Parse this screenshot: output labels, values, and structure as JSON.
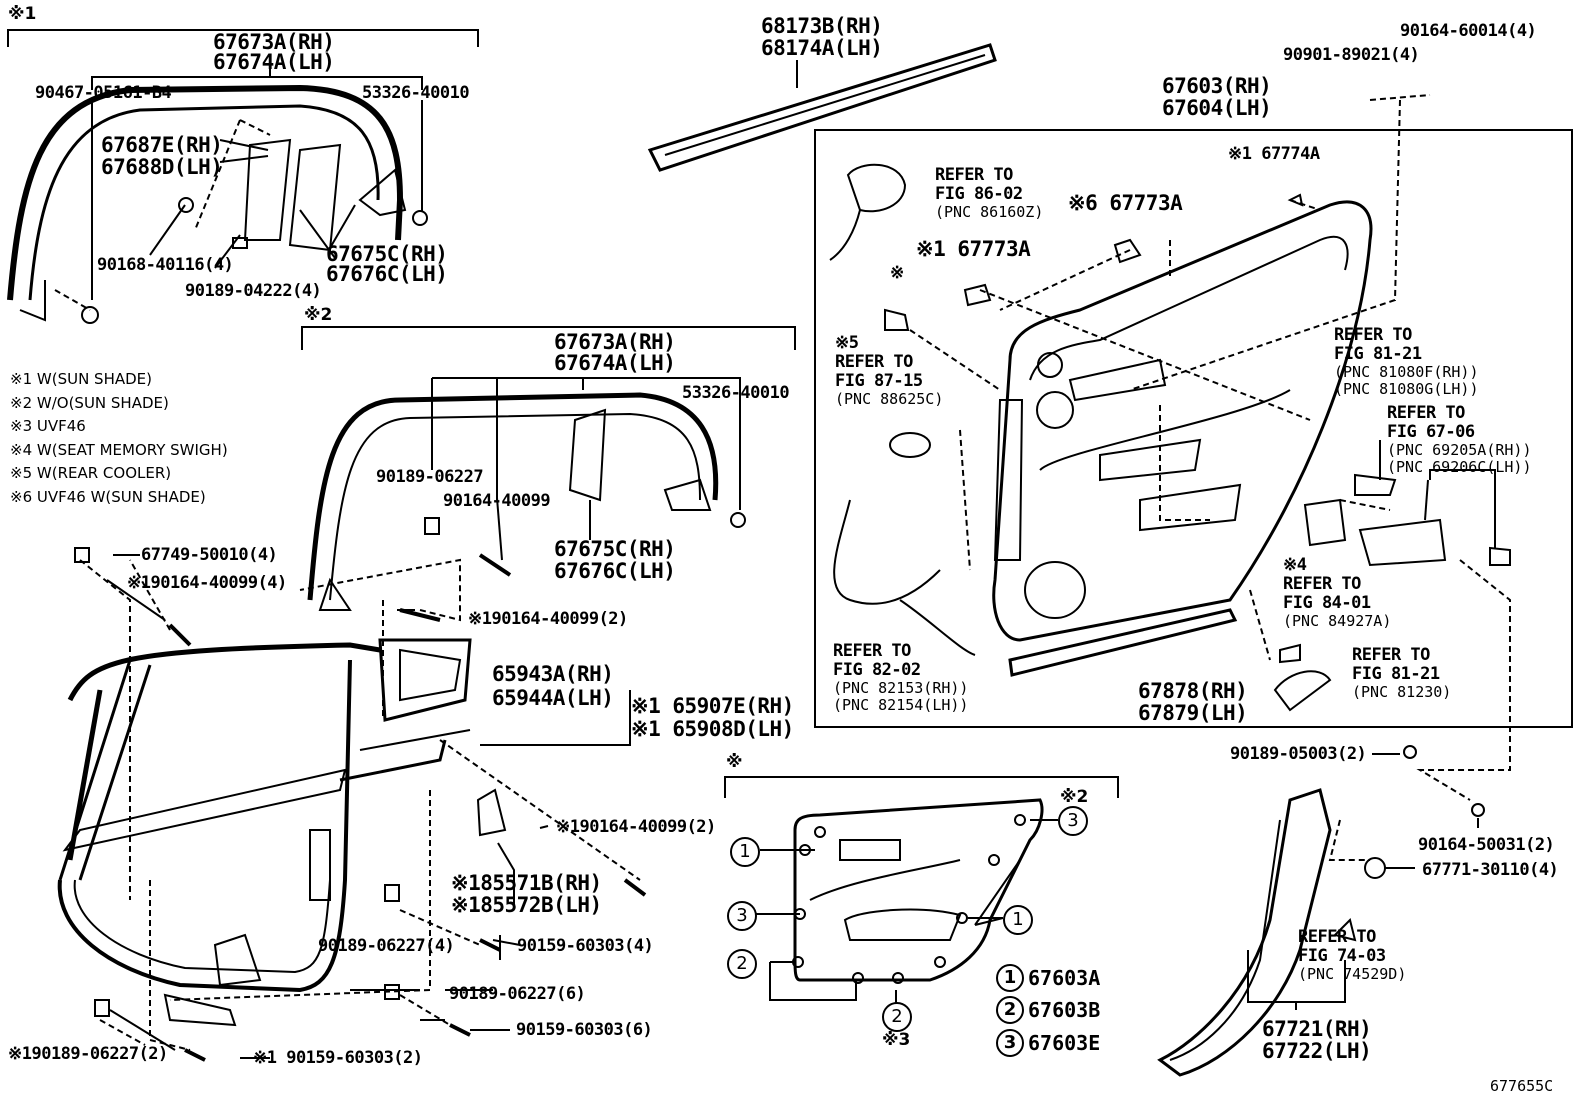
{
  "notes": {
    "n1": "※1",
    "n2": "※2",
    "n_main": "※",
    "n2b": "※2",
    "n3": "※3"
  },
  "legend": [
    "※1 W(SUN SHADE)",
    "※2 W/O(SUN SHADE)",
    "※3 UVF46",
    "※4 W(SEAT MEMORY SWIGH)",
    "※5 W(REAR COOLER)",
    "※6 UVF46 W(SUN SHADE)"
  ],
  "parts": {
    "p67673a_top": "67673A(RH)",
    "p67674a_top": "67674A(LH)",
    "p90467": "90467-05161-B4",
    "p53326_top": "53326-40010",
    "p67687e": "67687E(RH)",
    "p67688d": "67688D(LH)",
    "p90168": "90168-40116(4)",
    "p90189_04222": "90189-04222(4)",
    "p67675c_top": "67675C(RH)",
    "p67676c_top": "67676C(LH)",
    "p68173b": "68173B(RH)",
    "p68174a": "68174A(LH)",
    "p90164_60014": "90164-60014(4)",
    "p90901": "90901-89021(4)",
    "p67603": "67603(RH)",
    "p67604": "67604(LH)",
    "p67673a_mid": "67673A(RH)",
    "p67674a_mid": "67674A(LH)",
    "p53326_mid": "53326-40010",
    "p90189_06227_mid": "90189-06227",
    "p90164_40099_mid": "90164-40099",
    "p67675c_mid": "67675C(RH)",
    "p67676c_mid": "67676C(LH)",
    "p67749": "67749-50010(4)",
    "p90164_40099_4": "※190164-40099(4)",
    "p90164_40099_2a": "※190164-40099(2)",
    "p65943a": "65943A(RH)",
    "p65944a": "65944A(LH)",
    "p65907e": "※1 65907E(RH)",
    "p65908d": "※1 65908D(LH)",
    "p90164_40099_2b": "※190164-40099(2)",
    "p85571b": "※185571B(RH)",
    "p85572b": "※185572B(LH)",
    "p90189_06227_4": "90189-06227(4)",
    "p90159_60303_4": "90159-60303(4)",
    "p90189_06227_6": "90189-06227(6)",
    "p90159_60303_6": "90159-60303(6)",
    "p90189_06227_2": "※190189-06227(2)",
    "p90159_60303_2": "※1 90159-60303(2)",
    "p67774a": "※1 67774A",
    "p67773a_6": "※6 67773A",
    "p67773a_1": "※1 67773A",
    "p_star": "※",
    "p67878": "67878(RH)",
    "p67879": "67879(LH)",
    "p90189_05003": "90189-05003(2)",
    "p90164_50031": "90164-50031(2)",
    "p67771": "67771-30110(4)",
    "p67721": "67721(RH)",
    "p67722": "67722(LH)",
    "key1": "67603A",
    "key2": "67603B",
    "key3": "67603E",
    "circ1": "1",
    "circ2": "2",
    "circ3": "3",
    "fig_code": "677655C"
  },
  "refs": {
    "r86": [
      "REFER TO",
      "FIG 86-02",
      "(PNC 86160Z)"
    ],
    "r87": [
      "※5",
      "REFER TO",
      "FIG 87-15",
      "(PNC 88625C)"
    ],
    "r82": [
      "REFER TO",
      "FIG 82-02",
      "(PNC 82153(RH))",
      "(PNC 82154(LH))"
    ],
    "r81a": [
      "REFER TO",
      "FIG 81-21",
      "(PNC 81080F(RH))",
      "(PNC 81080G(LH))"
    ],
    "r67": [
      "REFER TO",
      "FIG 67-06",
      "(PNC 69205A(RH))",
      "(PNC 69206C(LH))"
    ],
    "r84": [
      "※4",
      "REFER TO",
      "FIG 84-01",
      "(PNC 84927A)"
    ],
    "r81b": [
      "REFER TO",
      "FIG 81-21",
      "(PNC 81230)"
    ],
    "r74": [
      "REFER TO",
      "FIG 74-03",
      "(PNC 74529D)"
    ]
  }
}
